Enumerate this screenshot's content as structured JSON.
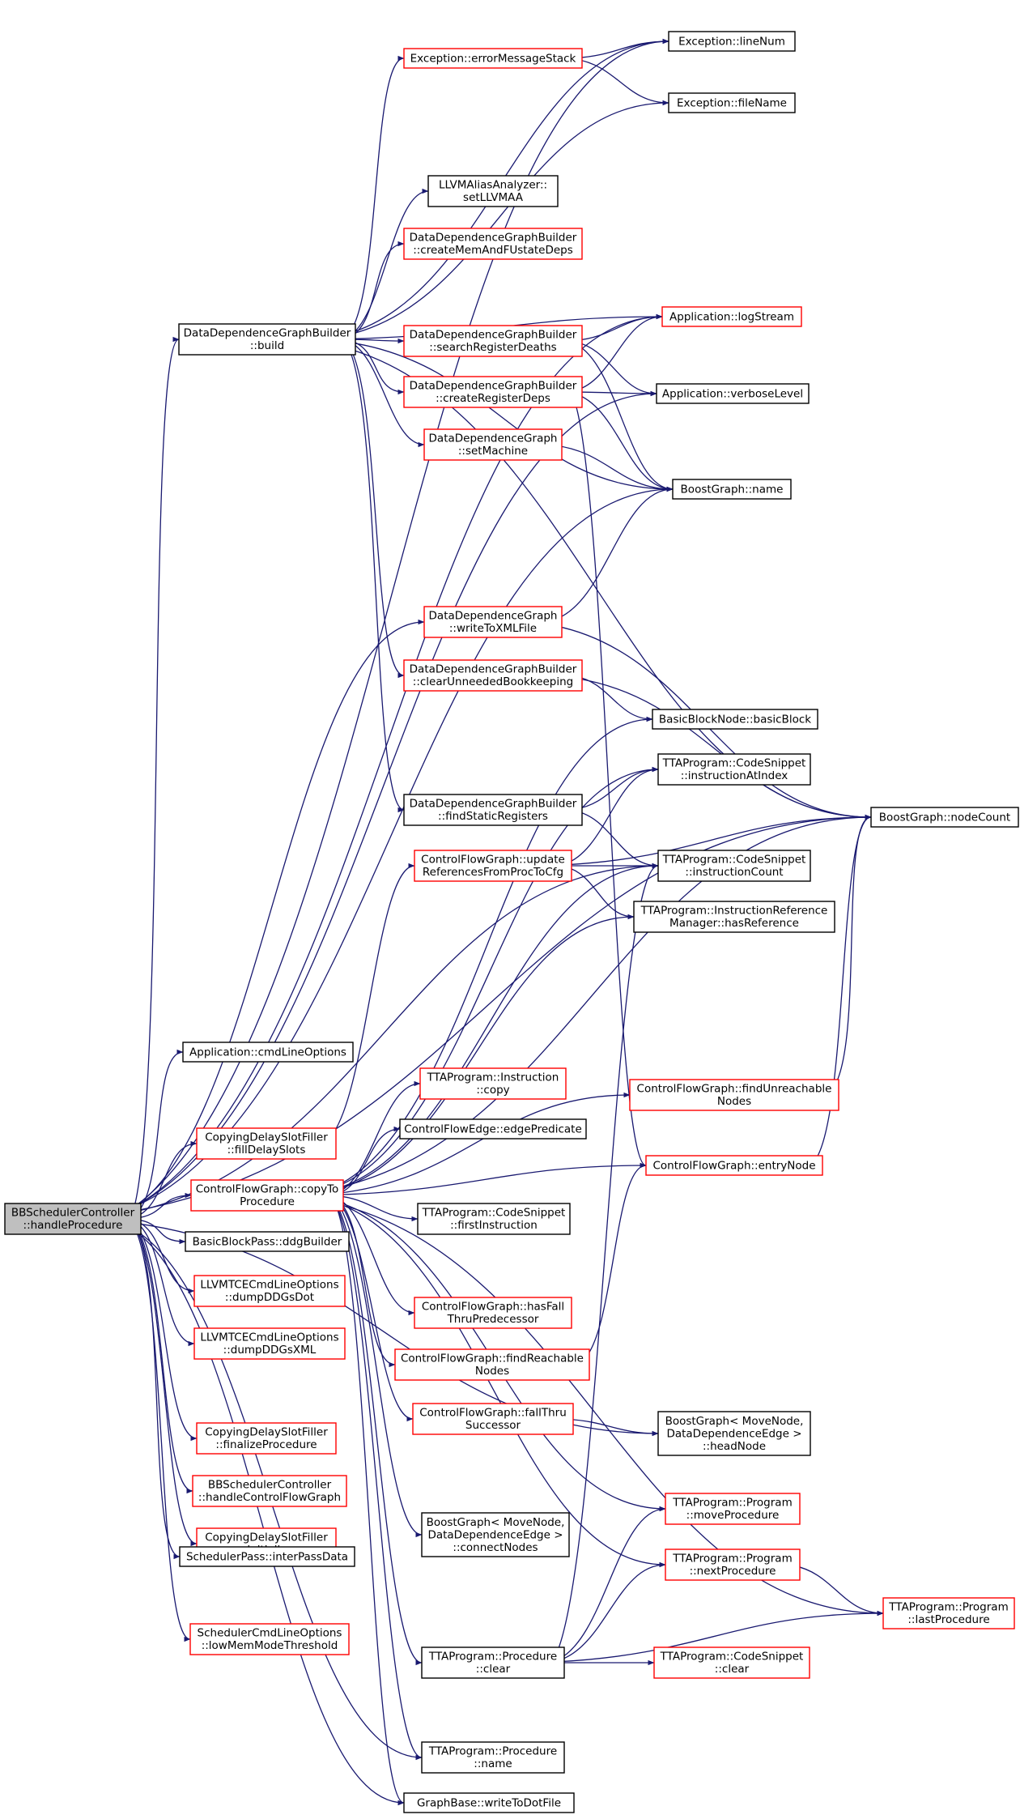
{
  "diagram": {
    "root": "n_bbs",
    "nodes": [
      {
        "id": "n_bbs",
        "lines": [
          "BBSchedulerController",
          "::handleProcedure"
        ],
        "style": "root"
      },
      {
        "id": "n_ddgb_build",
        "lines": [
          "DataDependenceGraphBuilder",
          "::build"
        ],
        "style": "black"
      },
      {
        "id": "n_app_cmd",
        "lines": [
          "Application::cmdLineOptions"
        ],
        "style": "black"
      },
      {
        "id": "n_cdsf_fill",
        "lines": [
          "CopyingDelaySlotFiller",
          "::fillDelaySlots"
        ],
        "style": "red"
      },
      {
        "id": "n_cfg_copy",
        "lines": [
          "ControlFlowGraph::copyTo",
          "Procedure"
        ],
        "style": "red"
      },
      {
        "id": "n_bbp_ddg",
        "lines": [
          "BasicBlockPass::ddgBuilder"
        ],
        "style": "black"
      },
      {
        "id": "n_llvm_dot",
        "lines": [
          "LLVMTCECmdLineOptions",
          "::dumpDDGsDot"
        ],
        "style": "red"
      },
      {
        "id": "n_llvm_xml",
        "lines": [
          "LLVMTCECmdLineOptions",
          "::dumpDDGsXML"
        ],
        "style": "red"
      },
      {
        "id": "n_cdsf_final",
        "lines": [
          "CopyingDelaySlotFiller",
          "::finalizeProcedure"
        ],
        "style": "red"
      },
      {
        "id": "n_bbs_hcfg",
        "lines": [
          "BBSchedulerController",
          "::handleControlFlowGraph"
        ],
        "style": "red"
      },
      {
        "id": "n_cdsf_init",
        "lines": [
          "CopyingDelaySlotFiller",
          "::initialize"
        ],
        "style": "red"
      },
      {
        "id": "n_sp_ipd",
        "lines": [
          "SchedulerPass::interPassData"
        ],
        "style": "black"
      },
      {
        "id": "n_scl_lowmem",
        "lines": [
          "SchedulerCmdLineOptions",
          "::lowMemModeThreshold"
        ],
        "style": "red"
      },
      {
        "id": "n_exc_ems",
        "lines": [
          "Exception::errorMessageStack"
        ],
        "style": "red"
      },
      {
        "id": "n_llvm_maa",
        "lines": [
          "LLVMAliasAnalyzer::",
          "setLLVMAA"
        ],
        "style": "black"
      },
      {
        "id": "n_ddgb_cmf",
        "lines": [
          "DataDependenceGraphBuilder",
          "::createMemAndFUstateDeps"
        ],
        "style": "red"
      },
      {
        "id": "n_ddgb_srd",
        "lines": [
          "DataDependenceGraphBuilder",
          "::searchRegisterDeaths"
        ],
        "style": "red"
      },
      {
        "id": "n_ddgb_crd",
        "lines": [
          "DataDependenceGraphBuilder",
          "::createRegisterDeps"
        ],
        "style": "red"
      },
      {
        "id": "n_ddg_setm",
        "lines": [
          "DataDependenceGraph",
          "::setMachine"
        ],
        "style": "red"
      },
      {
        "id": "n_ddg_wxml",
        "lines": [
          "DataDependenceGraph",
          "::writeToXMLFile"
        ],
        "style": "red"
      },
      {
        "id": "n_ddgb_cub",
        "lines": [
          "DataDependenceGraphBuilder",
          "::clearUnneededBookkeeping"
        ],
        "style": "red"
      },
      {
        "id": "n_ddgb_fsr",
        "lines": [
          "DataDependenceGraphBuilder",
          "::findStaticRegisters"
        ],
        "style": "black"
      },
      {
        "id": "n_cfg_urefs",
        "lines": [
          "ControlFlowGraph::update",
          "ReferencesFromProcToCfg"
        ],
        "style": "red"
      },
      {
        "id": "n_tta_instr_copy",
        "lines": [
          "TTAProgram::Instruction",
          "::copy"
        ],
        "style": "red"
      },
      {
        "id": "n_cfe_pred",
        "lines": [
          "ControlFlowEdge::edgePredicate"
        ],
        "style": "black"
      },
      {
        "id": "n_cs_first",
        "lines": [
          "TTAProgram::CodeSnippet",
          "::firstInstruction"
        ],
        "style": "black"
      },
      {
        "id": "n_cfg_hasfall",
        "lines": [
          "ControlFlowGraph::hasFall",
          "ThruPredecessor"
        ],
        "style": "red"
      },
      {
        "id": "n_cfg_findreach",
        "lines": [
          "ControlFlowGraph::findReachable",
          "Nodes"
        ],
        "style": "red"
      },
      {
        "id": "n_cfg_fallthru",
        "lines": [
          "ControlFlowGraph::fallThru",
          "Successor"
        ],
        "style": "red"
      },
      {
        "id": "n_bg_connect",
        "lines": [
          "BoostGraph< MoveNode,",
          "DataDependenceEdge >",
          "::connectNodes"
        ],
        "style": "black"
      },
      {
        "id": "n_proc_clear",
        "lines": [
          "TTAProgram::Procedure",
          "::clear"
        ],
        "style": "black"
      },
      {
        "id": "n_proc_name",
        "lines": [
          "TTAProgram::Procedure",
          "::name"
        ],
        "style": "black"
      },
      {
        "id": "n_gb_wdot",
        "lines": [
          "GraphBase::writeToDotFile"
        ],
        "style": "black"
      },
      {
        "id": "n_exc_line",
        "lines": [
          "Exception::lineNum"
        ],
        "style": "black"
      },
      {
        "id": "n_exc_file",
        "lines": [
          "Exception::fileName"
        ],
        "style": "black"
      },
      {
        "id": "n_app_log",
        "lines": [
          "Application::logStream"
        ],
        "style": "red"
      },
      {
        "id": "n_app_verbose",
        "lines": [
          "Application::verboseLevel"
        ],
        "style": "black"
      },
      {
        "id": "n_bg_name",
        "lines": [
          "BoostGraph::name"
        ],
        "style": "black"
      },
      {
        "id": "n_bbn_bb",
        "lines": [
          "BasicBlockNode::basicBlock"
        ],
        "style": "black"
      },
      {
        "id": "n_cs_iat",
        "lines": [
          "TTAProgram::CodeSnippet",
          "::instructionAtIndex"
        ],
        "style": "black"
      },
      {
        "id": "n_cs_icount",
        "lines": [
          "TTAProgram::CodeSnippet",
          "::instructionCount"
        ],
        "style": "black"
      },
      {
        "id": "n_irm_has",
        "lines": [
          "TTAProgram::InstructionReference",
          "Manager::hasReference"
        ],
        "style": "black"
      },
      {
        "id": "n_cfg_findunreach",
        "lines": [
          "ControlFlowGraph::findUnreachable",
          "Nodes"
        ],
        "style": "red"
      },
      {
        "id": "n_cfg_entry",
        "lines": [
          "ControlFlowGraph::entryNode"
        ],
        "style": "red"
      },
      {
        "id": "n_bg_head",
        "lines": [
          "BoostGraph< MoveNode,",
          "DataDependenceEdge >",
          "::headNode"
        ],
        "style": "black"
      },
      {
        "id": "n_prog_move",
        "lines": [
          "TTAProgram::Program",
          "::moveProcedure"
        ],
        "style": "red"
      },
      {
        "id": "n_prog_next",
        "lines": [
          "TTAProgram::Program",
          "::nextProcedure"
        ],
        "style": "red"
      },
      {
        "id": "n_cs_clear",
        "lines": [
          "TTAProgram::CodeSnippet",
          "::clear"
        ],
        "style": "red"
      },
      {
        "id": "n_bg_nodecount",
        "lines": [
          "BoostGraph::nodeCount"
        ],
        "style": "black"
      },
      {
        "id": "n_prog_last",
        "lines": [
          "TTAProgram::Program",
          "::lastProcedure"
        ],
        "style": "red"
      }
    ],
    "edges": [
      [
        "n_bbs",
        "n_ddgb_build"
      ],
      [
        "n_bbs",
        "n_app_cmd"
      ],
      [
        "n_bbs",
        "n_cdsf_fill"
      ],
      [
        "n_bbs",
        "n_cfg_copy"
      ],
      [
        "n_bbs",
        "n_bbp_ddg"
      ],
      [
        "n_bbs",
        "n_llvm_dot"
      ],
      [
        "n_bbs",
        "n_llvm_xml"
      ],
      [
        "n_bbs",
        "n_cdsf_final"
      ],
      [
        "n_bbs",
        "n_bbs_hcfg"
      ],
      [
        "n_bbs",
        "n_cdsf_init"
      ],
      [
        "n_bbs",
        "n_sp_ipd"
      ],
      [
        "n_bbs",
        "n_scl_lowmem"
      ],
      [
        "n_bbs",
        "n_ddg_wxml"
      ],
      [
        "n_bbs",
        "n_app_log"
      ],
      [
        "n_bbs",
        "n_app_verbose"
      ],
      [
        "n_bbs",
        "n_bg_name"
      ],
      [
        "n_bbs",
        "n_cs_icount"
      ],
      [
        "n_bbs",
        "n_bg_nodecount"
      ],
      [
        "n_bbs",
        "n_exc_line"
      ],
      [
        "n_bbs",
        "n_bg_head"
      ],
      [
        "n_bbs",
        "n_proc_name"
      ],
      [
        "n_bbs",
        "n_gb_wdot"
      ],
      [
        "n_ddgb_build",
        "n_exc_ems"
      ],
      [
        "n_ddgb_build",
        "n_exc_line"
      ],
      [
        "n_ddgb_build",
        "n_exc_file"
      ],
      [
        "n_ddgb_build",
        "n_llvm_maa"
      ],
      [
        "n_ddgb_build",
        "n_ddgb_cmf"
      ],
      [
        "n_ddgb_build",
        "n_ddgb_srd"
      ],
      [
        "n_ddgb_build",
        "n_ddgb_crd"
      ],
      [
        "n_ddgb_build",
        "n_ddg_setm"
      ],
      [
        "n_ddgb_build",
        "n_app_log"
      ],
      [
        "n_ddgb_build",
        "n_bg_name"
      ],
      [
        "n_ddgb_build",
        "n_ddgb_cub"
      ],
      [
        "n_ddgb_build",
        "n_ddgb_fsr"
      ],
      [
        "n_ddgb_build",
        "n_bg_nodecount"
      ],
      [
        "n_exc_ems",
        "n_exc_line"
      ],
      [
        "n_exc_ems",
        "n_exc_file"
      ],
      [
        "n_ddgb_srd",
        "n_app_log"
      ],
      [
        "n_ddgb_srd",
        "n_app_verbose"
      ],
      [
        "n_ddgb_srd",
        "n_bg_name"
      ],
      [
        "n_ddgb_crd",
        "n_app_log"
      ],
      [
        "n_ddgb_crd",
        "n_app_verbose"
      ],
      [
        "n_ddgb_crd",
        "n_bg_name"
      ],
      [
        "n_ddgb_crd",
        "n_cfg_entry"
      ],
      [
        "n_ddg_setm",
        "n_bg_name"
      ],
      [
        "n_ddg_wxml",
        "n_bg_name"
      ],
      [
        "n_ddg_wxml",
        "n_bg_nodecount"
      ],
      [
        "n_ddgb_cub",
        "n_bbn_bb"
      ],
      [
        "n_ddgb_cub",
        "n_bg_nodecount"
      ],
      [
        "n_ddgb_fsr",
        "n_cs_iat"
      ],
      [
        "n_ddgb_fsr",
        "n_cs_icount"
      ],
      [
        "n_cfg_urefs",
        "n_cs_iat"
      ],
      [
        "n_cfg_urefs",
        "n_cs_icount"
      ],
      [
        "n_cfg_urefs",
        "n_irm_has"
      ],
      [
        "n_cfg_urefs",
        "n_bg_nodecount"
      ],
      [
        "n_cdsf_fill",
        "n_cfg_urefs"
      ],
      [
        "n_cfg_copy",
        "n_bbn_bb"
      ],
      [
        "n_cfg_copy",
        "n_cs_iat"
      ],
      [
        "n_cfg_copy",
        "n_cs_icount"
      ],
      [
        "n_cfg_copy",
        "n_irm_has"
      ],
      [
        "n_cfg_copy",
        "n_bg_nodecount"
      ],
      [
        "n_cfg_copy",
        "n_tta_instr_copy"
      ],
      [
        "n_cfg_copy",
        "n_cfe_pred"
      ],
      [
        "n_cfg_copy",
        "n_cfg_findunreach"
      ],
      [
        "n_cfg_copy",
        "n_cs_first"
      ],
      [
        "n_cfg_copy",
        "n_cfg_entry"
      ],
      [
        "n_cfg_copy",
        "n_cfg_hasfall"
      ],
      [
        "n_cfg_copy",
        "n_cfg_findreach"
      ],
      [
        "n_cfg_copy",
        "n_cfg_fallthru"
      ],
      [
        "n_cfg_copy",
        "n_prog_move"
      ],
      [
        "n_cfg_copy",
        "n_prog_next"
      ],
      [
        "n_cfg_copy",
        "n_bg_connect"
      ],
      [
        "n_cfg_copy",
        "n_proc_clear"
      ],
      [
        "n_cfg_copy",
        "n_prog_last"
      ],
      [
        "n_cfg_copy",
        "n_proc_name"
      ],
      [
        "n_cfg_copy",
        "n_gb_wdot"
      ],
      [
        "n_cfg_findunreach",
        "n_bg_nodecount"
      ],
      [
        "n_cfg_entry",
        "n_bg_nodecount"
      ],
      [
        "n_cfg_findreach",
        "n_cfg_entry"
      ],
      [
        "n_cfg_fallthru",
        "n_bg_head"
      ],
      [
        "n_prog_next",
        "n_prog_last"
      ],
      [
        "n_proc_clear",
        "n_cs_icount"
      ],
      [
        "n_proc_clear",
        "n_prog_move"
      ],
      [
        "n_proc_clear",
        "n_prog_next"
      ],
      [
        "n_proc_clear",
        "n_prog_last"
      ],
      [
        "n_proc_clear",
        "n_cs_clear"
      ]
    ]
  }
}
